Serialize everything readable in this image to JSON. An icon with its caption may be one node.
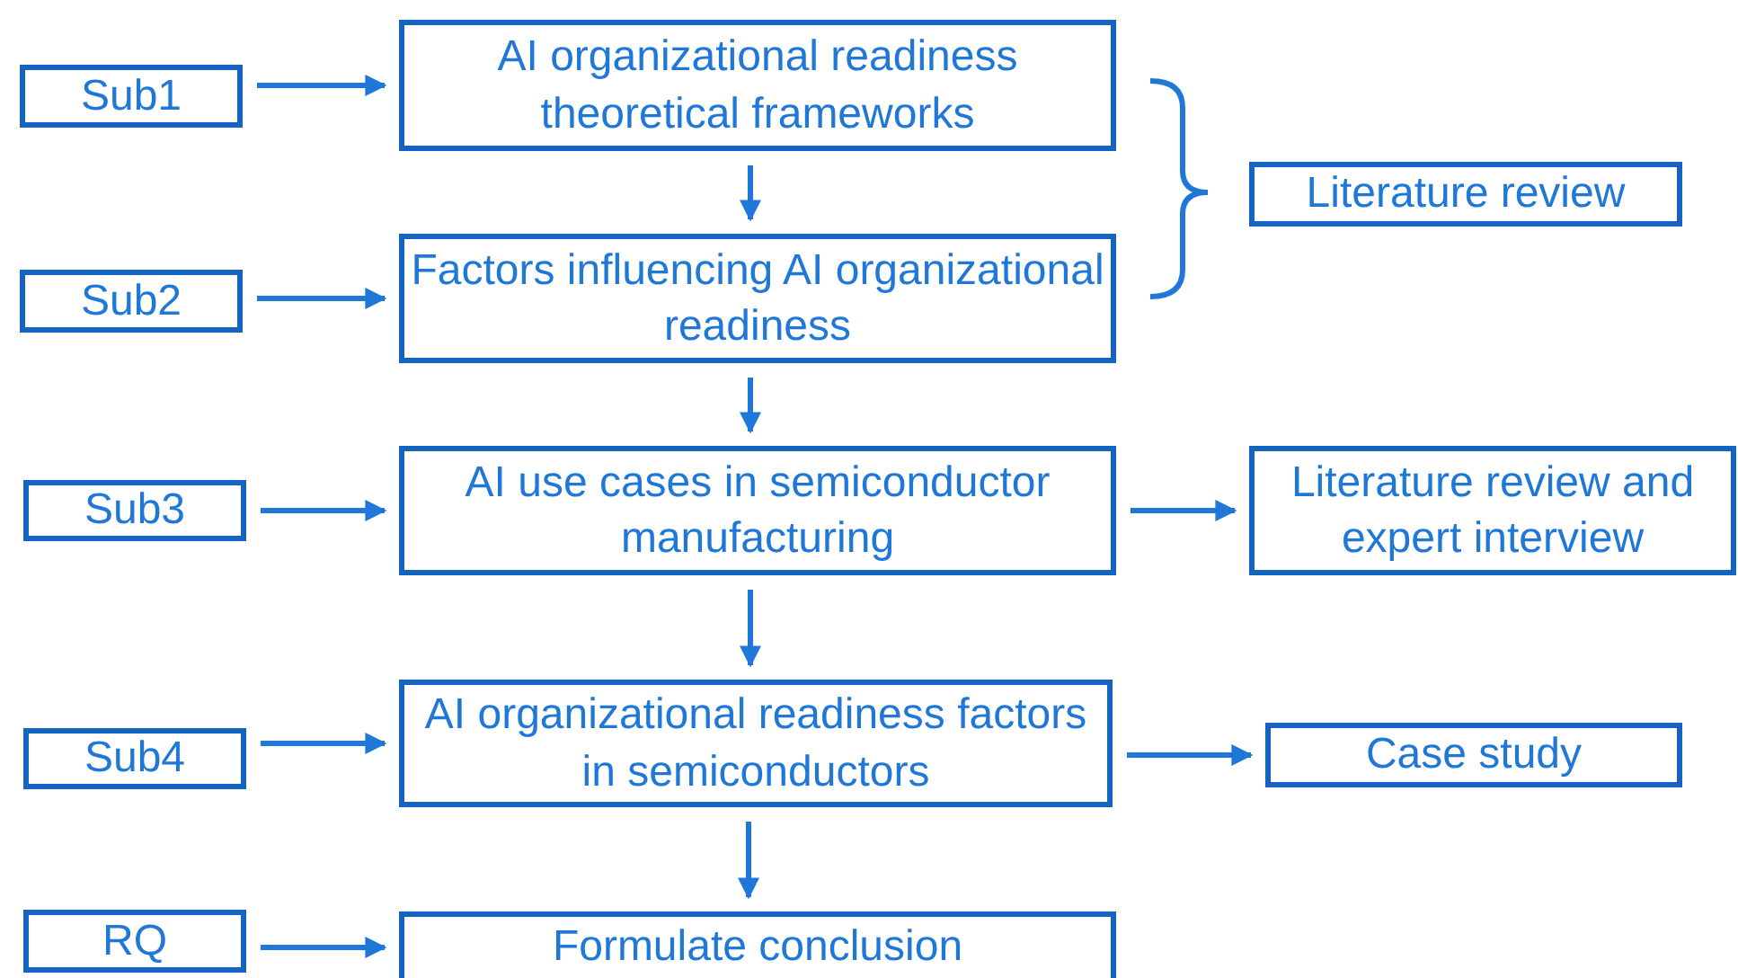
{
  "diagram": {
    "nodes": [
      {
        "text": [
          "Sub1"
        ]
      },
      {
        "text": [
          "AI organizational readiness theoretical frameworks"
        ]
      },
      {
        "text": [
          "Sub2"
        ]
      },
      {
        "text": [
          "Factors influencing AI organizational readiness"
        ]
      },
      {
        "text": [
          "Literature review"
        ]
      },
      {
        "text": [
          "Sub3"
        ]
      },
      {
        "text": [
          "AI use cases in semiconductor manufacturing"
        ]
      },
      {
        "text": [
          "Literature review and expert interview"
        ]
      },
      {
        "text": [
          "Sub4"
        ]
      },
      {
        "text": [
          "AI organizational readiness factors in semiconductors"
        ]
      },
      {
        "text": [
          "Case study"
        ]
      },
      {
        "text": [
          "RQ"
        ]
      },
      {
        "text": [
          "Formulate conclusion"
        ]
      }
    ],
    "edges": [
      {
        "from": 0,
        "to": 1,
        "arrow": "to"
      },
      {
        "from": 1,
        "to": 3,
        "arrow": "to"
      },
      {
        "from": 2,
        "to": 3,
        "arrow": "to"
      },
      {
        "from": 3,
        "to": 6,
        "arrow": "to"
      },
      {
        "from": 5,
        "to": 6,
        "arrow": "to"
      },
      {
        "from": 6,
        "to": 7,
        "arrow": "to"
      },
      {
        "from": 6,
        "to": 9,
        "arrow": "to"
      },
      {
        "from": 8,
        "to": 9,
        "arrow": "to"
      },
      {
        "from": 9,
        "to": 10,
        "arrow": "to"
      },
      {
        "from": 9,
        "to": 12,
        "arrow": "to"
      },
      {
        "from": 11,
        "to": 12,
        "arrow": "to"
      }
    ]
  }
}
